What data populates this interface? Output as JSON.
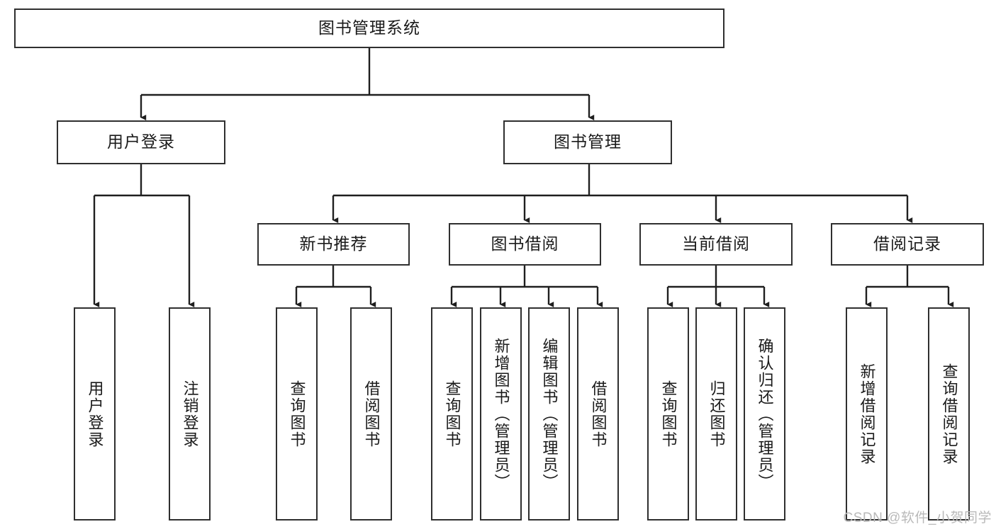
{
  "diagram": {
    "title": "图书管理系统",
    "type": "tree-hierarchy-chart",
    "colors": {
      "box_border": "#2f2f2f",
      "box_fill": "#ffffff",
      "connector": "#1f1f1f",
      "text": "#1a1a1a",
      "watermark": "#b9b9b9"
    },
    "root": {
      "label": "图书管理系统"
    },
    "level2": [
      {
        "label": "用户登录"
      },
      {
        "label": "图书管理"
      }
    ],
    "level3": [
      {
        "label": "新书推荐"
      },
      {
        "label": "图书借阅"
      },
      {
        "label": "当前借阅"
      },
      {
        "label": "借阅记录"
      }
    ],
    "leaves": {
      "user_login": [
        {
          "label": "用户登录"
        },
        {
          "label": "注销登录"
        }
      ],
      "new_book_recommend": [
        {
          "label": "查询图书"
        },
        {
          "label": "借阅图书"
        }
      ],
      "book_borrow": [
        {
          "label": "查询图书"
        },
        {
          "label": "新增图书（管理员）"
        },
        {
          "label": "编辑图书（管理员）"
        },
        {
          "label": "借阅图书"
        }
      ],
      "current_borrow": [
        {
          "label": "查询图书"
        },
        {
          "label": "归还图书"
        },
        {
          "label": "确认归还（管理员）"
        }
      ],
      "borrow_record": [
        {
          "label": "新增借阅记录"
        },
        {
          "label": "查询借阅记录"
        }
      ]
    }
  },
  "watermark": {
    "text": "CSDN @软件_小贺同学"
  }
}
